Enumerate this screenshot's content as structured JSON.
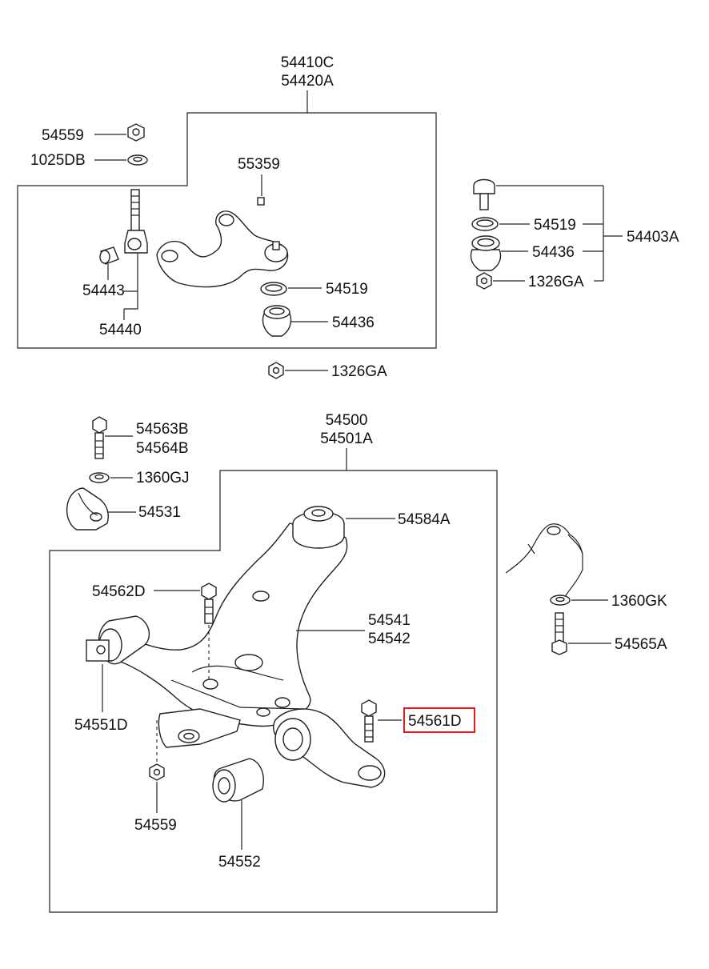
{
  "colors": {
    "highlight": "#e31b1b",
    "line": "#222222"
  },
  "upper_arm": {
    "assembly": [
      "54410C",
      "54420A"
    ],
    "nut": "54559",
    "washer": "1025DB",
    "pin": "55359",
    "bushing": "54443",
    "bolt_assembly": "54440",
    "seal": "54519",
    "ball_joint": "54436",
    "lock_nut": "1326GA"
  },
  "ball_joint_kit": {
    "assembly": "54403A",
    "seal": "54519",
    "ball_joint": "54436",
    "lock_nut": "1326GA"
  },
  "lower_arm": {
    "assembly": [
      "54500",
      "54501A"
    ],
    "bolt": [
      "54563B",
      "54564B"
    ],
    "washer": "1360GJ",
    "bracket": "54531",
    "bushing_top": "54584A",
    "bolt_left": "54562D",
    "arm": [
      "54541",
      "54542"
    ],
    "bushing_left": "54551D",
    "bolt_right": "54561D",
    "nut": "54559",
    "bushing_rear": "54552"
  },
  "right_detail": {
    "washer": "1360GK",
    "bolt": "54565A"
  }
}
